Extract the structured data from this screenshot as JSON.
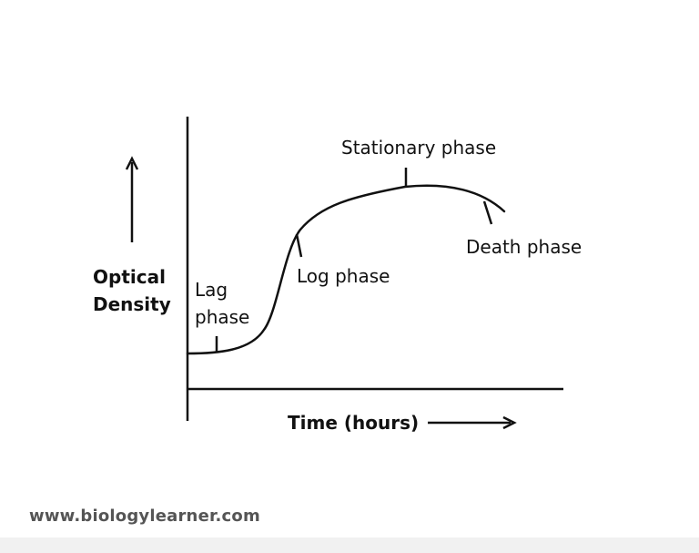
{
  "diagram": {
    "y_axis_label_line1": "Optical",
    "y_axis_label_line2": "Density",
    "x_axis_label": "Time (hours)",
    "phases": {
      "lag_line1": "Lag",
      "lag_line2": "phase",
      "log": "Log phase",
      "stationary": "Stationary phase",
      "death": "Death phase"
    }
  },
  "footer": {
    "website": "www.biologylearner.com"
  },
  "colors": {
    "ink": "#111111",
    "footer_text": "#555555",
    "background": "#ffffff"
  }
}
